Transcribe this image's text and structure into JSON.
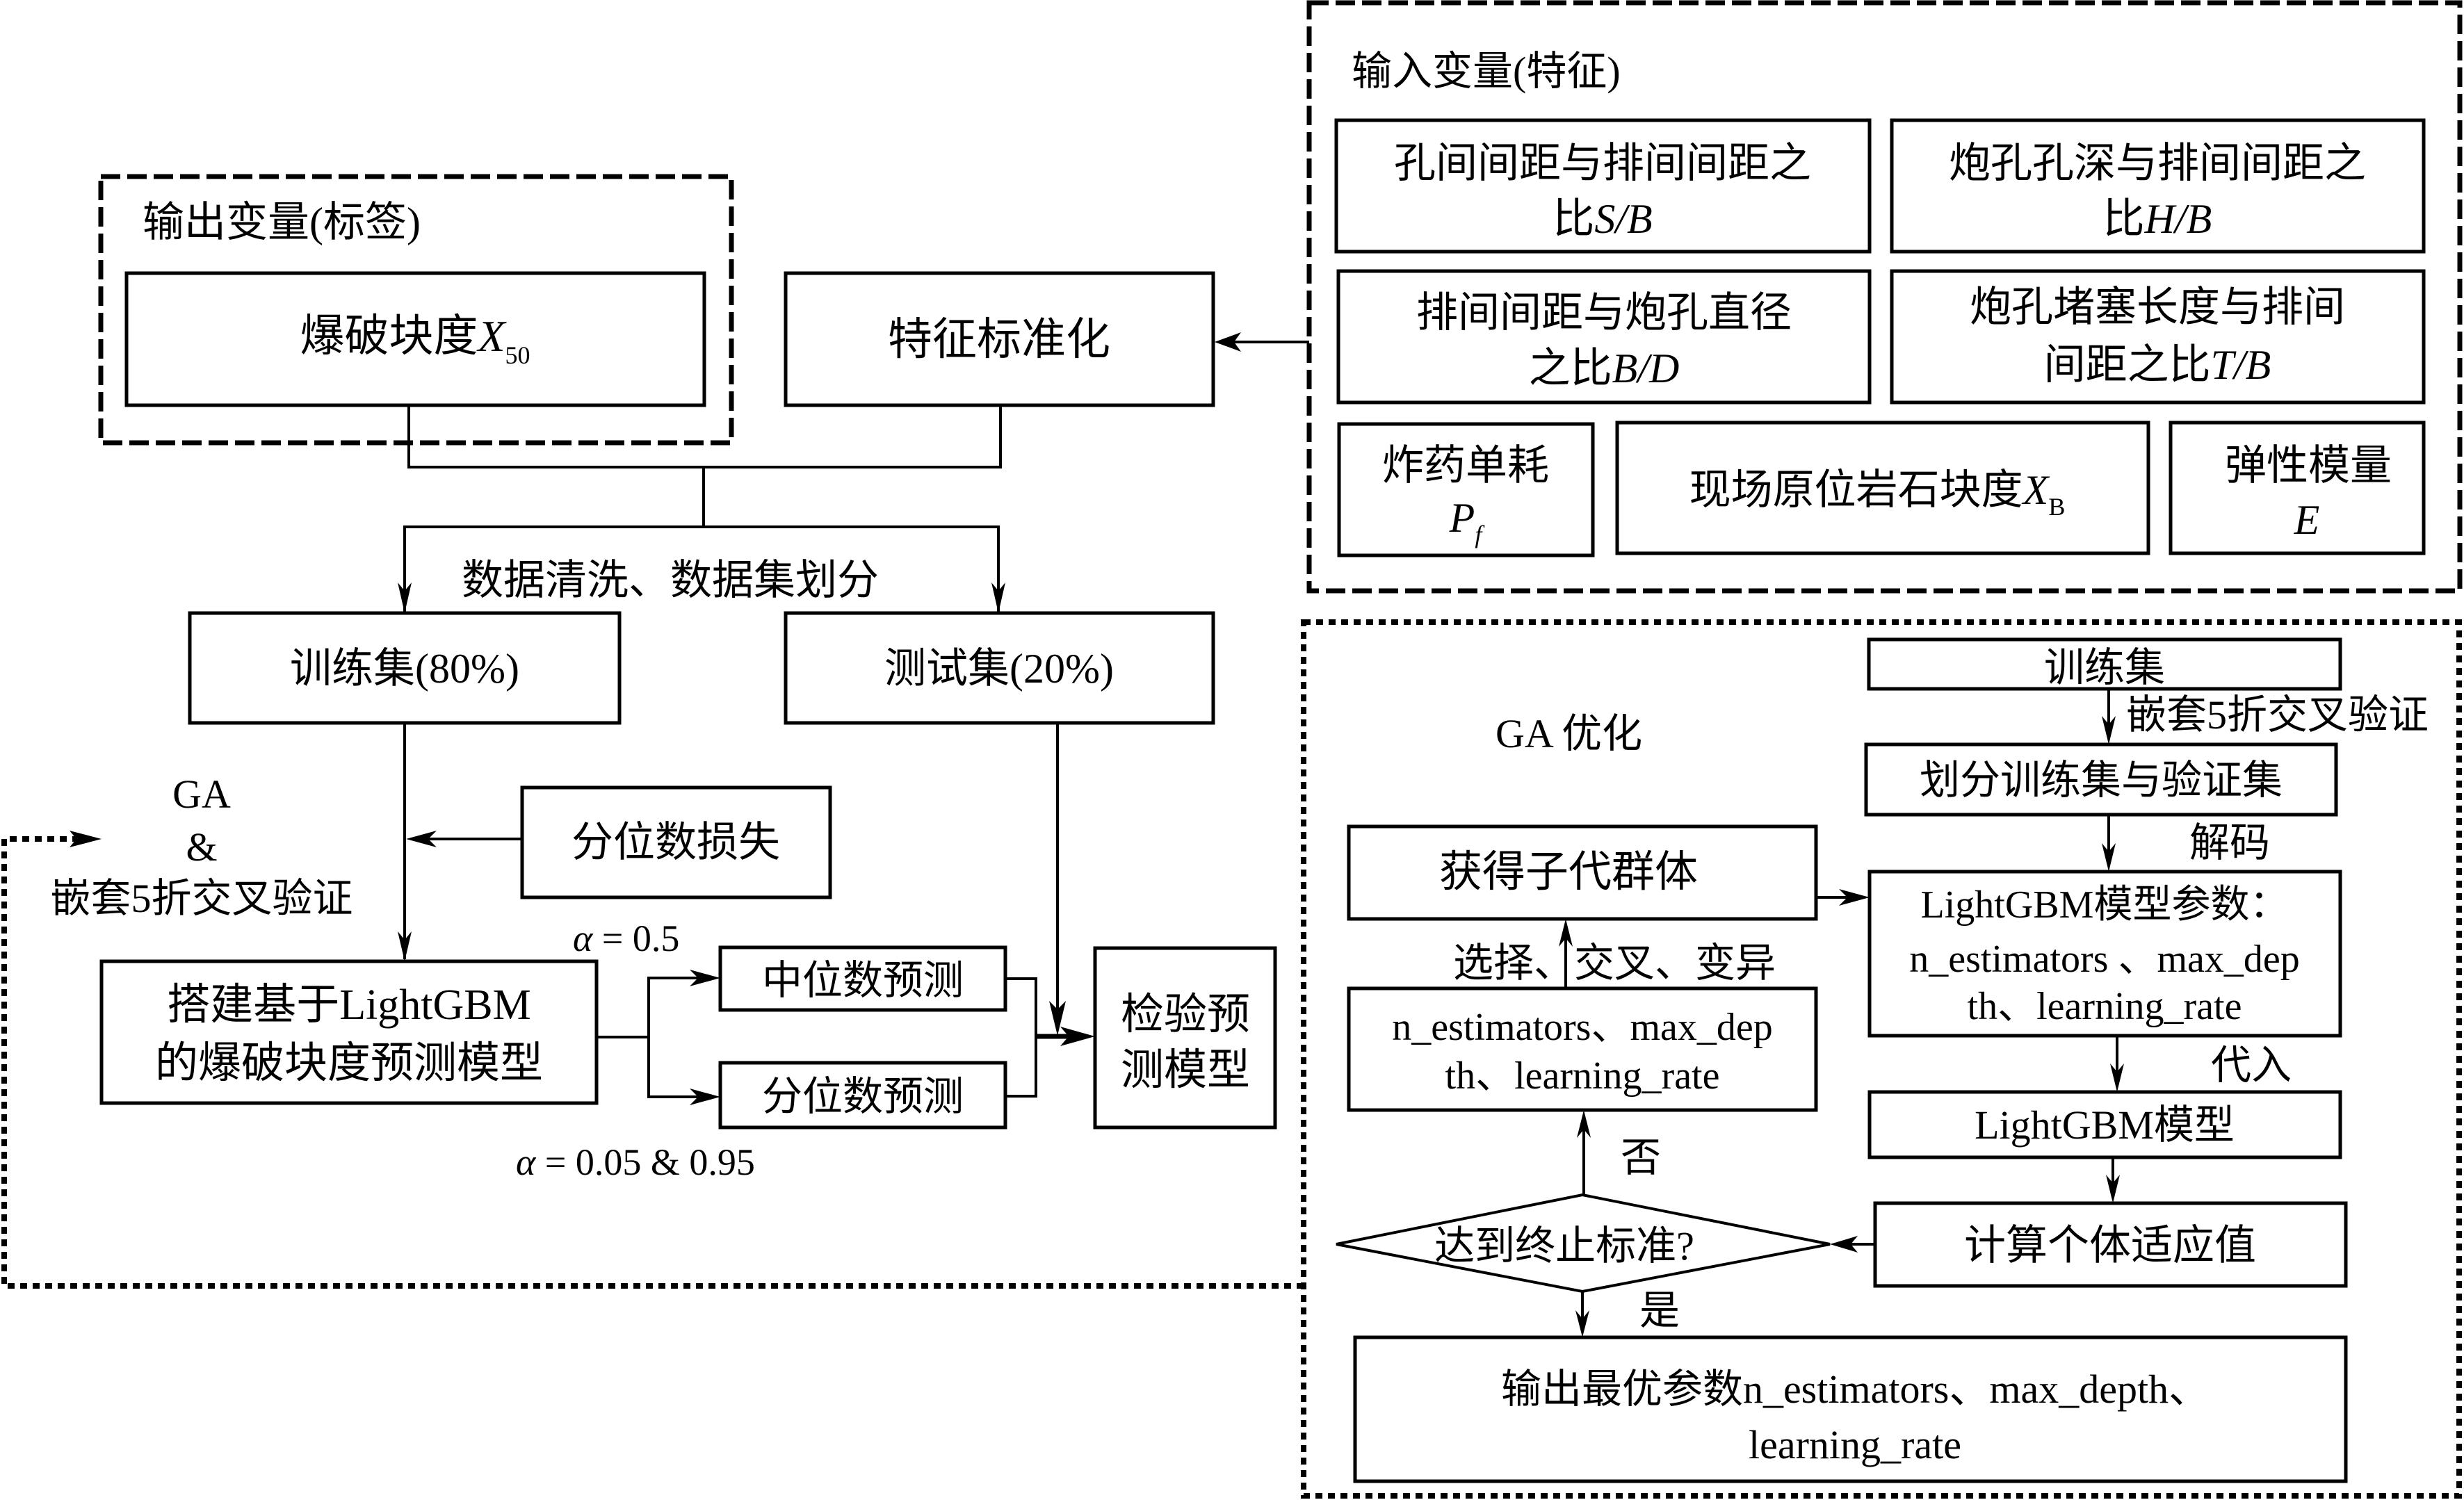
{
  "output_group": {
    "title": "输出变量(标签)",
    "label_box": {
      "text": "爆破块度",
      "var": "X",
      "sub": "50"
    }
  },
  "input_group": {
    "title": "输入变量(特征)",
    "features": [
      {
        "line1": "孔间间距与排间间距之",
        "line2_prefix": "比",
        "var": "S/B"
      },
      {
        "line1": "炮孔孔深与排间间距之",
        "line2_prefix": "比",
        "var": "H/B"
      },
      {
        "line1": "排间间距与炮孔直径",
        "line2_prefix": "之比",
        "var": "B/D"
      },
      {
        "line1": "炮孔堵塞长度与排间",
        "line2_prefix": "间距之比",
        "var": "T/B"
      },
      {
        "line1": "炸药单耗",
        "var": "P",
        "sub": "f"
      },
      {
        "text": "现场原位岩石块度",
        "var": "X",
        "sub": "B"
      },
      {
        "line1": "弹性模量",
        "var": "E"
      }
    ]
  },
  "pipeline": {
    "standardize": "特征标准化",
    "split_label": "数据清洗、数据集划分",
    "train_set": "训练集(80%)",
    "test_set": "测试集(20%)",
    "quantile_loss": "分位数损失",
    "ga_label": {
      "line1": "GA",
      "line2": "&",
      "line3": "嵌套5折交叉验证"
    },
    "model_box": {
      "line1": "搭建基于LightGBM",
      "line2": "的爆破块度预测模型"
    },
    "alpha_median": {
      "sym": "α",
      "rest": " = 0.5"
    },
    "alpha_quantile": {
      "sym": "α",
      "rest": " = 0.05 & 0.95"
    },
    "median_pred": "中位数预测",
    "quantile_pred": "分位数预测",
    "validate": {
      "line1": "检验预",
      "line2": "测模型"
    }
  },
  "ga_optimization": {
    "title": "GA 优化",
    "train_set": "训练集",
    "nested_cv": "嵌套5折交叉验证",
    "split_box": "划分训练集与验证集",
    "decode": "解码",
    "offspring": "获得子代群体",
    "operators": "选择、交叉、变异",
    "params_left": {
      "line1": "n_estimators、max_dep",
      "line2": "th、learning_rate"
    },
    "params_right": {
      "line1": "LightGBM模型参数：",
      "line2": "n_estimators 、max_dep",
      "line3": "th、learning_rate"
    },
    "substitute": "代入",
    "model": "LightGBM模型",
    "fitness": "计算个体适应值",
    "decision": "达到终止标准?",
    "no": "否",
    "yes": "是",
    "output": {
      "line1": "输出最优参数n_estimators、max_depth、",
      "line2": "learning_rate"
    }
  }
}
